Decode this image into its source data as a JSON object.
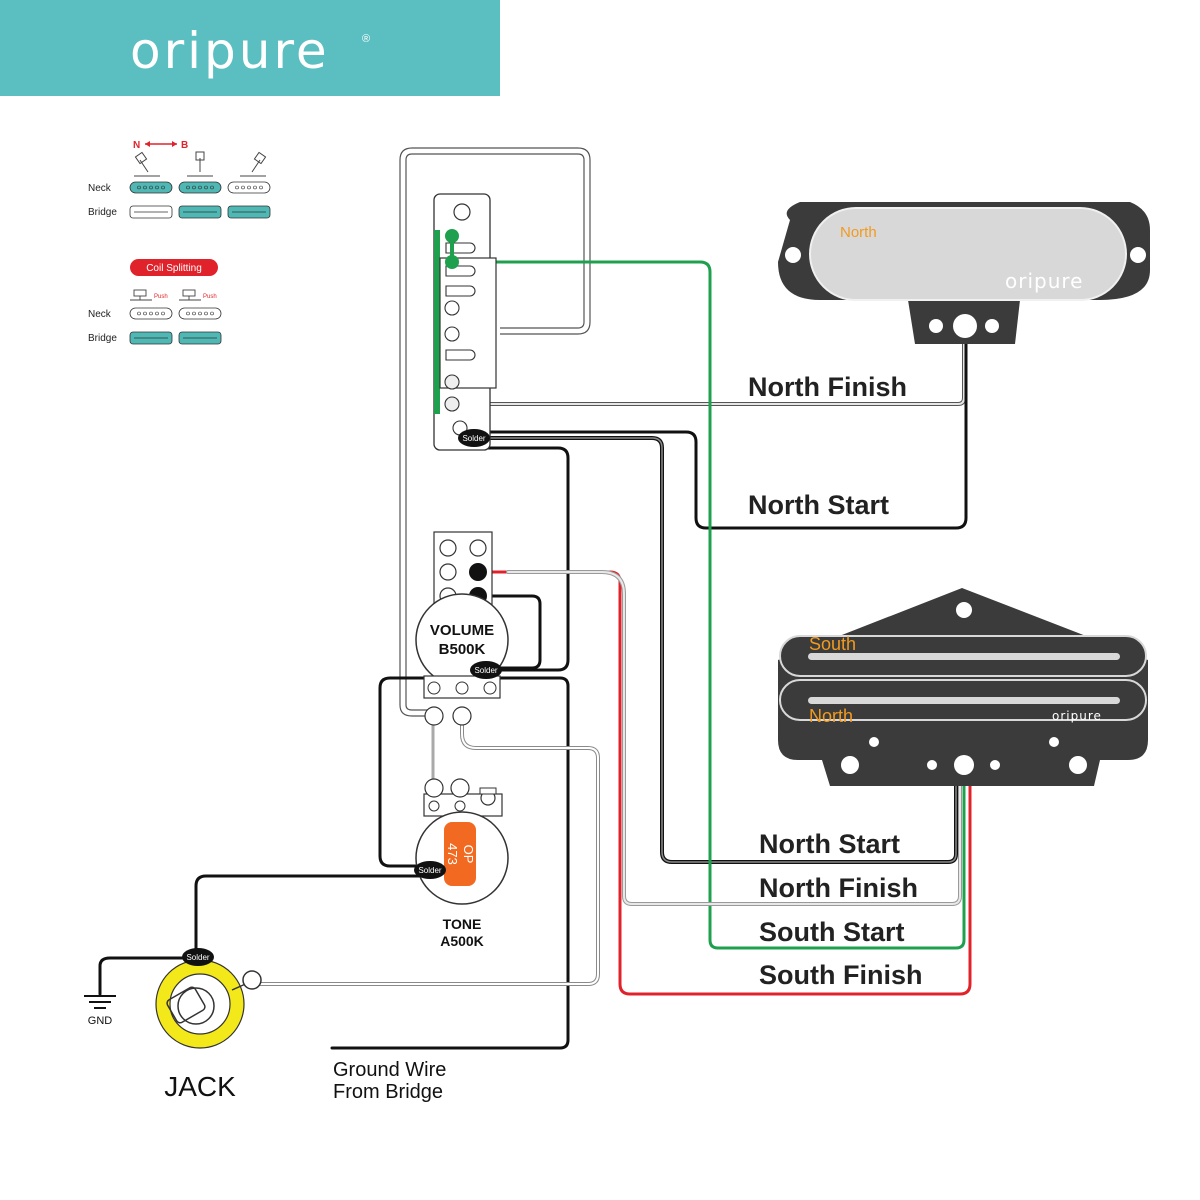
{
  "brand": {
    "logo_text": "oripure",
    "registered_mark": "®",
    "header_color": "#5bbfc1"
  },
  "legend": {
    "switch_direction_left": "N",
    "switch_direction_right": "B",
    "neck_label": "Neck",
    "bridge_label": "Bridge",
    "coil_split_badge": "Coil Splitting",
    "push_label_1": "Push",
    "push_label_2": "Push",
    "neck_label_2": "Neck",
    "bridge_label_2": "Bridge"
  },
  "neck_pickup": {
    "pole_label": "North",
    "logo": "oripure",
    "lead_1": "North Finish",
    "lead_2": "North Start"
  },
  "bridge_pickup": {
    "top_coil_label": "South",
    "bottom_coil_label": "North",
    "logo": "oripure",
    "lead_1": "North Start",
    "lead_2": "North Finish",
    "lead_3": "South Start",
    "lead_4": "South Finish"
  },
  "controls": {
    "volume_label_1": "VOLUME",
    "volume_label_2": "B500K",
    "tone_label_1": "TONE",
    "tone_label_2": "A500K",
    "cap_label_1": "OP",
    "cap_label_2": "473",
    "jack_label": "JACK",
    "gnd_label": "GND",
    "ground_wire_1": "Ground Wire",
    "ground_wire_2": "From Bridge"
  },
  "solder": {
    "switch": "Solder",
    "volume": "Solder",
    "tone": "Solder",
    "jack": "Solder"
  },
  "colors": {
    "wire_green": "#1fa04e",
    "wire_red": "#e0232b",
    "wire_white": "#cfcfcf",
    "wire_black": "#111111",
    "pickup_body": "#3b3b3b",
    "pickup_cover": "#d8d8d8",
    "coil_label": "#f29a1f",
    "capacitor": "#f26a21",
    "jack_yellow": "#f3e81a",
    "coil_teal": "#4fb7b4",
    "badge_red": "#e0232b"
  }
}
